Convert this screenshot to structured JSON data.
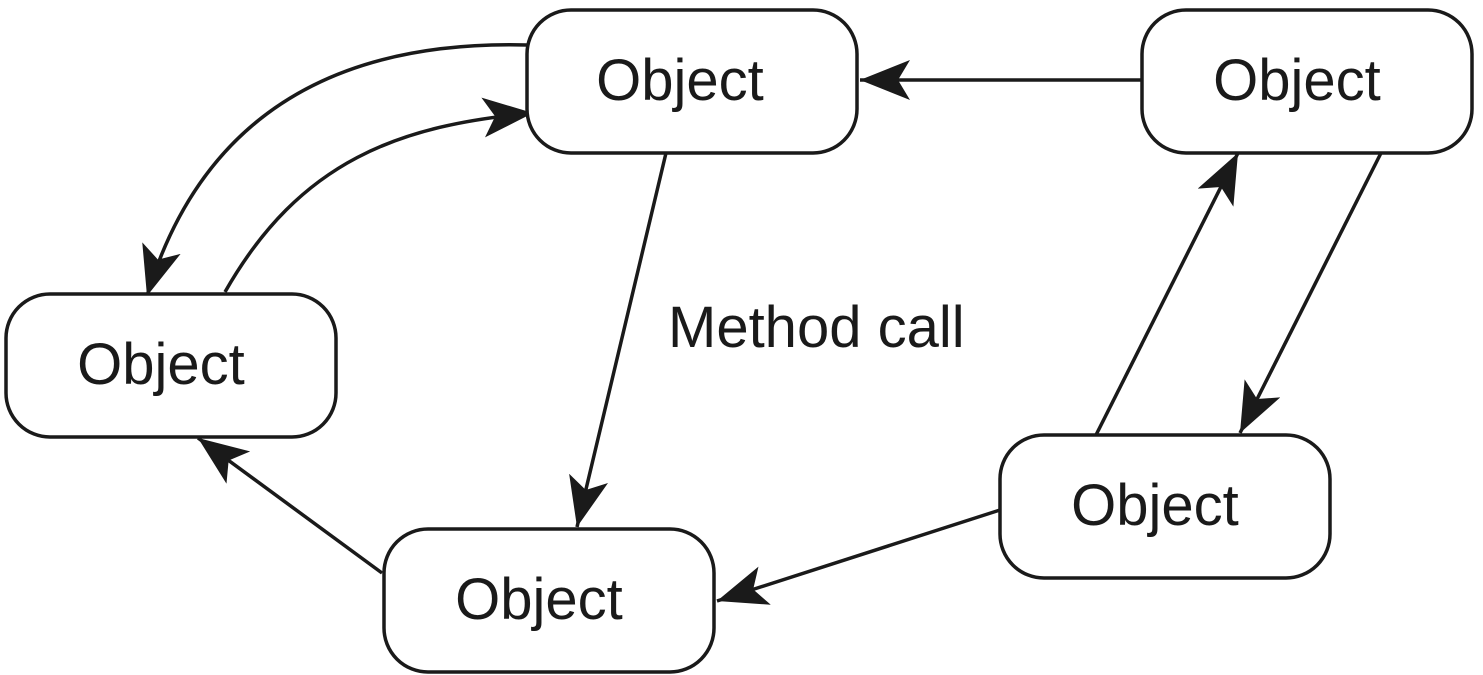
{
  "diagram": {
    "nodes": [
      {
        "id": "top-center",
        "label": "Object"
      },
      {
        "id": "top-right",
        "label": "Object"
      },
      {
        "id": "left",
        "label": "Object"
      },
      {
        "id": "bottom-right",
        "label": "Object"
      },
      {
        "id": "bottom-center",
        "label": "Object"
      }
    ],
    "edges": [
      {
        "from": "top-right",
        "to": "top-center"
      },
      {
        "from": "top-center",
        "to": "left"
      },
      {
        "from": "left",
        "to": "top-center"
      },
      {
        "from": "top-center",
        "to": "bottom-center"
      },
      {
        "from": "bottom-center",
        "to": "left"
      },
      {
        "from": "bottom-right",
        "to": "bottom-center"
      },
      {
        "from": "bottom-right",
        "to": "top-right"
      },
      {
        "from": "top-right",
        "to": "bottom-right"
      }
    ],
    "caption": "Method call",
    "colors": {
      "stroke": "#1a1a1a",
      "background": "#ffffff"
    }
  }
}
